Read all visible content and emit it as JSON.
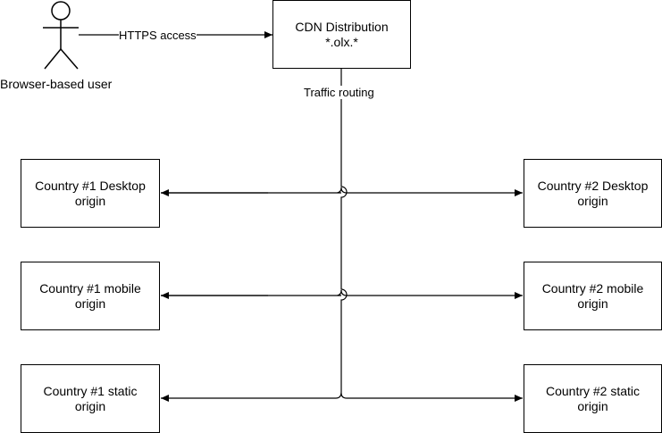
{
  "user": {
    "label": "Browser-based user",
    "icon": "person-icon"
  },
  "edges": {
    "https": "HTTPS access",
    "routing": "Traffic routing"
  },
  "cdn": {
    "line1": "CDN Distribution",
    "line2": "*.olx.*"
  },
  "origins": {
    "c1_desktop": {
      "line1": "Country #1 Desktop",
      "line2": "origin"
    },
    "c1_mobile": {
      "line1": "Country #1 mobile",
      "line2": "origin"
    },
    "c1_static": {
      "line1": "Country #1 static",
      "line2": "origin"
    },
    "c2_desktop": {
      "line1": "Country #2 Desktop",
      "line2": "origin"
    },
    "c2_mobile": {
      "line1": "Country #2 mobile",
      "line2": "origin"
    },
    "c2_static": {
      "line1": "Country #2 static",
      "line2": "origin"
    }
  }
}
